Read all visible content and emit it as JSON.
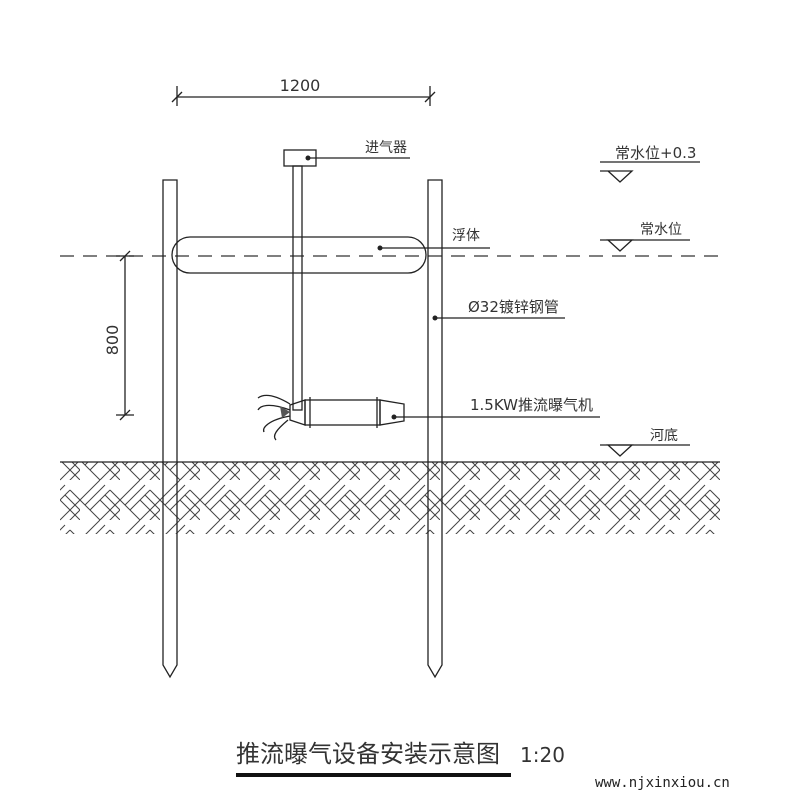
{
  "dimensions": {
    "width_label": "1200",
    "depth_label": "800"
  },
  "labels": {
    "air_inlet": "进气器",
    "high_water": "常水位+0.3",
    "float": "浮体",
    "normal_water": "常水位",
    "pipe": "Ø32镀锌钢管",
    "aerator": "1.5KW推流曝气机",
    "riverbed": "河底"
  },
  "title": {
    "text": "推流曝气设备安装示意图",
    "scale": "1:20"
  },
  "watermark": "www.njxinxiou.cn"
}
